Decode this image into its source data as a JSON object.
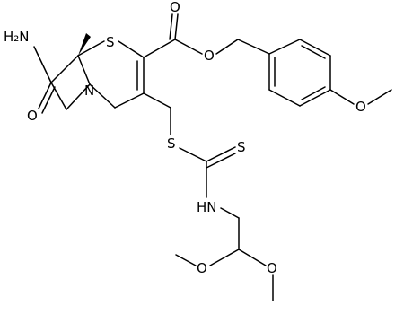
{
  "atoms": {
    "amine": "H₂N",
    "ring_sulfur": "S",
    "ester_oxygen_carbonyl": "O",
    "ester_oxygen_link": "O",
    "ring_nitrogen": "N",
    "lactam_oxygen": "O",
    "ether_oxygen_methoxy": "O",
    "thioether_sulfur": "S",
    "thione_sulfur": "S",
    "amide_nitrogen": "HN",
    "acetal_oxygen_left": "O",
    "acetal_oxygen_right": "O"
  }
}
